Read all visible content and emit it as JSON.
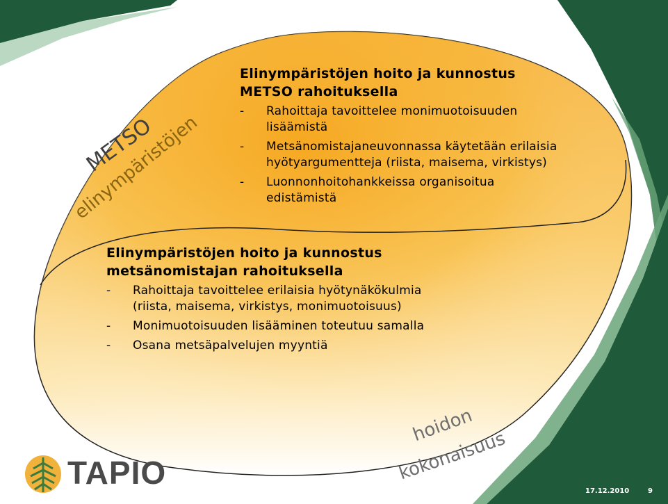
{
  "colors": {
    "dark_green": "#1f5b3a",
    "mid_green": "#2e7a4c",
    "light_green": "#6aa57a",
    "ellipse_fill": "#f5b02e",
    "text": "#000000"
  },
  "top_block": {
    "title_line1": "Elinympäristöjen hoito ja kunnostus",
    "title_line2": "METSO rahoituksella",
    "items": [
      {
        "line1": "Rahoittaja tavoittelee monimuotoisuuden",
        "line2": "lisäämistä"
      },
      {
        "line1": "Metsänomistajaneuvonnassa käytetään erilaisia",
        "line2": "hyötyargumentteja (riista, maisema, virkistys)"
      },
      {
        "line1": "Luonnonhoitohankkeissa organisoitua",
        "line2": "edistämistä"
      }
    ]
  },
  "bottom_block": {
    "title_line1": "Elinympäristöjen hoito ja kunnostus",
    "title_line2": "metsänomistajan rahoituksella",
    "items": [
      {
        "line1": "Rahoittaja tavoittelee erilaisia hyötynäkökulmia",
        "line2": "(riista, maisema, virkistys, monimuotoisuus)"
      },
      {
        "line1": "Monimuotoisuuden lisääminen toteutuu samalla",
        "line2": ""
      },
      {
        "line1": "Osana metsäpalvelujen myyntiä",
        "line2": ""
      }
    ]
  },
  "curve_labels": {
    "metso": "METSO",
    "elinymparistojen": "elinympäristöjen",
    "hoidon": "hoidon",
    "kokonaisuus": "kokonaisuus"
  },
  "logo": {
    "text": "TAPIO",
    "icon": "fern-leaf-icon"
  },
  "footer": {
    "date": "17.12.2010",
    "page": "9"
  }
}
